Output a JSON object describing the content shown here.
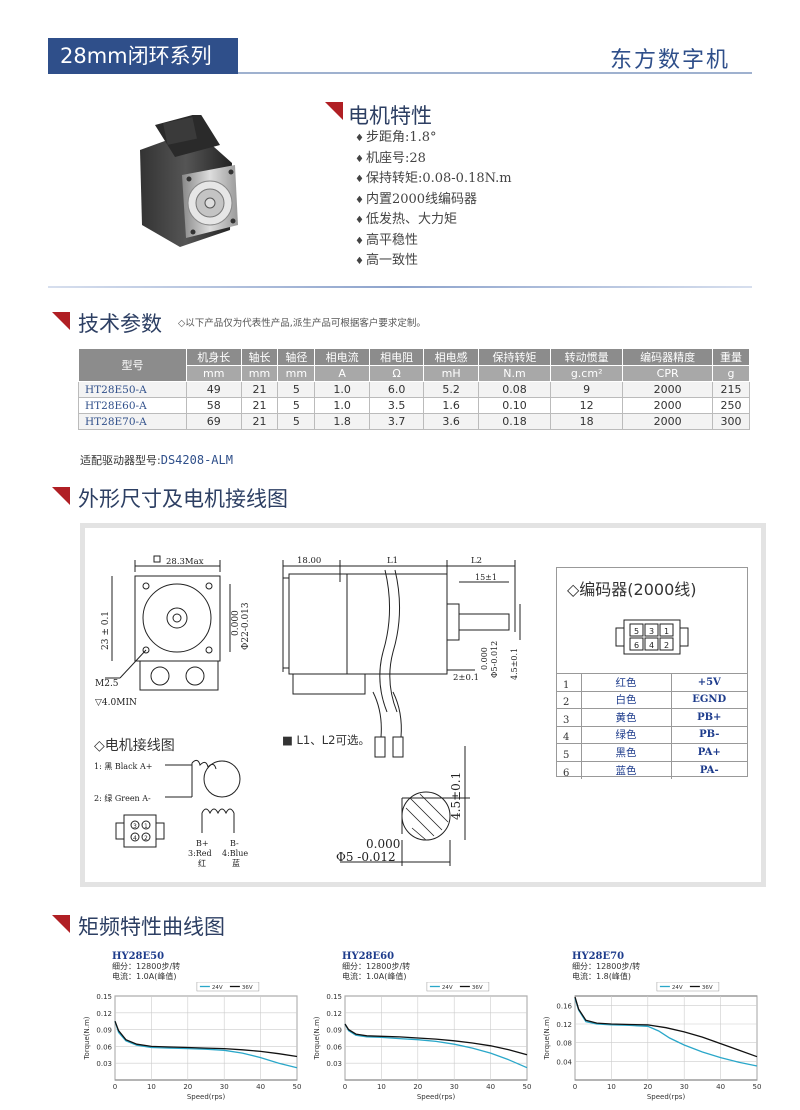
{
  "header": {
    "series_title": "28mm闭环系列",
    "brand": "东方数字机"
  },
  "motor_features": {
    "title": "电机特性",
    "items": [
      "步距角:1.8°",
      "机座号:28",
      "保持转矩:0.08-0.18N.m",
      "内置2000线编码器",
      "低发热、大力矩",
      "高平稳性",
      "高一致性"
    ]
  },
  "tech_params": {
    "title": "技术参数",
    "note": "◇以下产品仅为代表性产品,派生产品可根据客户要求定制。",
    "model_header": "型号",
    "columns": [
      {
        "name": "机身长",
        "unit": "mm"
      },
      {
        "name": "轴长",
        "unit": "mm"
      },
      {
        "name": "轴径",
        "unit": "mm"
      },
      {
        "name": "相电流",
        "unit": "A"
      },
      {
        "name": "相电阻",
        "unit": "Ω"
      },
      {
        "name": "相电感",
        "unit": "mH"
      },
      {
        "name": "保持转矩",
        "unit": "N.m"
      },
      {
        "name": "转动惯量",
        "unit": "g.cm²"
      },
      {
        "name": "编码器精度",
        "unit": "CPR"
      },
      {
        "name": "重量",
        "unit": "g"
      }
    ],
    "rows": [
      {
        "model": "HT28E50-A",
        "values": [
          "49",
          "21",
          "5",
          "1.0",
          "6.0",
          "5.2",
          "0.08",
          "9",
          "2000",
          "215"
        ]
      },
      {
        "model": "HT28E60-A",
        "values": [
          "58",
          "21",
          "5",
          "1.0",
          "3.5",
          "1.6",
          "0.10",
          "12",
          "2000",
          "250"
        ]
      },
      {
        "model": "HT28E70-A",
        "values": [
          "69",
          "21",
          "5",
          "1.8",
          "3.7",
          "3.6",
          "0.18",
          "18",
          "2000",
          "300"
        ]
      }
    ],
    "driver_label": "适配驱动器型号:",
    "driver_value": "DS4208-ALM"
  },
  "drawing": {
    "title": "外形尺寸及电机接线图",
    "dims": {
      "width_max": "28.3Max",
      "d1": "0.000",
      "d2": "Φ22-0.013",
      "h": "23 ± 0.1",
      "m": "M2.5",
      "depth": "▽4.0MIN",
      "l_shaft": "18.00",
      "l1": "L1",
      "l2": "L2",
      "l15": "15±1",
      "s1": "2±0.1",
      "s2": "0.000",
      "s3": "Φ5-0.012",
      "s4": "4.5±0.1",
      "big1": "4.5±0.1",
      "big2": "0.000",
      "big3": "Φ5 -0.012"
    },
    "l_note": "■ L1、L2可选。",
    "wiring": {
      "title": "◇电机接线图",
      "a_plus": "1: 黑 Black A+",
      "a_minus": "2: 绿 Green A-",
      "b_plus": "B+",
      "b_plus_desc": "3:Red",
      "b_plus_cn": "红",
      "b_minus": "B-",
      "b_minus_desc": "4:Blue",
      "b_minus_cn": "蓝",
      "pins": [
        "3",
        "1",
        "4",
        "2"
      ]
    },
    "encoder": {
      "title": "◇编码器(2000线)",
      "pins": [
        "5",
        "3",
        "1",
        "6",
        "4",
        "2"
      ],
      "rows": [
        {
          "idx": "1",
          "color": "红色",
          "signal": "+5V"
        },
        {
          "idx": "2",
          "color": "白色",
          "signal": "EGND"
        },
        {
          "idx": "3",
          "color": "黄色",
          "signal": "PB+"
        },
        {
          "idx": "4",
          "color": "绿色",
          "signal": "PB-"
        },
        {
          "idx": "5",
          "color": "黑色",
          "signal": "PA+"
        },
        {
          "idx": "6",
          "color": "蓝色",
          "signal": "PA-"
        }
      ]
    }
  },
  "curves": {
    "title": "矩频特性曲线图",
    "ylabel": "Torque(N.m)",
    "xlabel": "Speed(rps)",
    "legend": [
      "24V",
      "36V"
    ]
  },
  "chart_data": [
    {
      "type": "line",
      "title": "HY28E50",
      "subtitle": [
        "细分：12800步/转",
        "电流：1.0A(峰值)"
      ],
      "xlabel": "Speed(rps)",
      "ylabel": "Torque(N.m)",
      "xlim": [
        0,
        50
      ],
      "ylim": [
        0,
        0.15
      ],
      "x_ticks": [
        0,
        10,
        20,
        30,
        40,
        50
      ],
      "y_ticks": [
        0.03,
        0.06,
        0.09,
        0.12,
        0.15
      ],
      "series": [
        {
          "name": "24V",
          "color": "#2aa7c9",
          "x": [
            0,
            1,
            3,
            6,
            10,
            15,
            20,
            25,
            30,
            35,
            40,
            45,
            50
          ],
          "y": [
            0.105,
            0.085,
            0.07,
            0.062,
            0.058,
            0.057,
            0.056,
            0.055,
            0.053,
            0.048,
            0.04,
            0.03,
            0.022
          ]
        },
        {
          "name": "36V",
          "color": "#111111",
          "x": [
            0,
            1,
            3,
            6,
            10,
            15,
            20,
            25,
            30,
            35,
            40,
            45,
            50
          ],
          "y": [
            0.105,
            0.088,
            0.072,
            0.064,
            0.06,
            0.059,
            0.058,
            0.057,
            0.056,
            0.054,
            0.051,
            0.047,
            0.042
          ]
        }
      ]
    },
    {
      "type": "line",
      "title": "HY28E60",
      "subtitle": [
        "细分：12800步/转",
        "电流：1.0A(峰值)"
      ],
      "xlabel": "Speed(rps)",
      "ylabel": "Torque(N.m)",
      "xlim": [
        0,
        50
      ],
      "ylim": [
        0,
        0.15
      ],
      "x_ticks": [
        0,
        10,
        20,
        30,
        40,
        50
      ],
      "y_ticks": [
        0.03,
        0.06,
        0.09,
        0.12,
        0.15
      ],
      "series": [
        {
          "name": "24V",
          "color": "#2aa7c9",
          "x": [
            0,
            1,
            3,
            6,
            10,
            15,
            20,
            25,
            30,
            35,
            40,
            45,
            50
          ],
          "y": [
            0.1,
            0.088,
            0.08,
            0.077,
            0.076,
            0.074,
            0.072,
            0.069,
            0.064,
            0.057,
            0.048,
            0.036,
            0.022
          ]
        },
        {
          "name": "36V",
          "color": "#111111",
          "x": [
            0,
            1,
            3,
            6,
            10,
            15,
            20,
            25,
            30,
            35,
            40,
            45,
            50
          ],
          "y": [
            0.1,
            0.09,
            0.082,
            0.079,
            0.078,
            0.077,
            0.075,
            0.073,
            0.07,
            0.066,
            0.061,
            0.054,
            0.045
          ]
        }
      ]
    },
    {
      "type": "line",
      "title": "HY28E70",
      "subtitle": [
        "细分：12800步/转",
        "电流：1.8(峰值)"
      ],
      "xlabel": "Speed(rps)",
      "ylabel": "Torque(N.m)",
      "xlim": [
        0,
        50
      ],
      "ylim": [
        0,
        0.18
      ],
      "x_ticks": [
        0,
        10,
        20,
        30,
        40,
        50
      ],
      "y_ticks": [
        0.04,
        0.08,
        0.12,
        0.16
      ],
      "series": [
        {
          "name": "24V",
          "color": "#2aa7c9",
          "x": [
            0,
            1,
            3,
            6,
            10,
            15,
            20,
            23,
            26,
            30,
            35,
            40,
            45,
            50
          ],
          "y": [
            0.175,
            0.15,
            0.125,
            0.12,
            0.118,
            0.117,
            0.115,
            0.105,
            0.09,
            0.075,
            0.06,
            0.048,
            0.038,
            0.03
          ]
        },
        {
          "name": "36V",
          "color": "#111111",
          "x": [
            0,
            1,
            3,
            6,
            10,
            15,
            20,
            25,
            30,
            35,
            40,
            45,
            50
          ],
          "y": [
            0.178,
            0.152,
            0.128,
            0.122,
            0.12,
            0.119,
            0.118,
            0.112,
            0.103,
            0.092,
            0.078,
            0.064,
            0.05
          ]
        }
      ]
    }
  ]
}
